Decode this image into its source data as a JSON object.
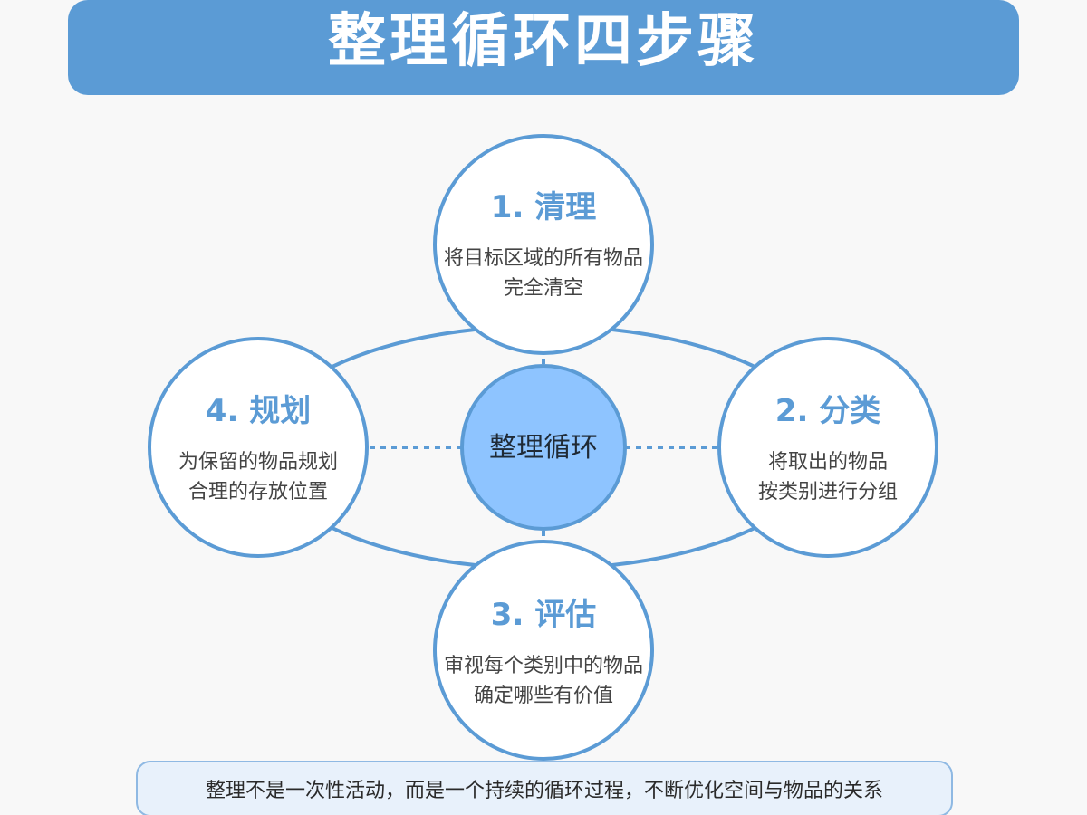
{
  "header": {
    "title": "整理循环四步骤"
  },
  "center": {
    "label": "整理循环"
  },
  "steps": [
    {
      "title": "1. 清理",
      "desc_line1": "将目标区域的所有物品",
      "desc_line2": "完全清空"
    },
    {
      "title": "2. 分类",
      "desc_line1": "将取出的物品",
      "desc_line2": "按类别进行分组"
    },
    {
      "title": "3. 评估",
      "desc_line1": "审视每个类别中的物品",
      "desc_line2": "确定哪些有价值"
    },
    {
      "title": "4. 规划",
      "desc_line1": "为保留的物品规划",
      "desc_line2": "合理的存放位置"
    }
  ],
  "footer": {
    "text": "整理不是一次性活动，而是一个持续的循环过程，不断优化空间与物品的关系"
  },
  "colors": {
    "accent": "#5b9bd5",
    "center_fill": "#8ec4ff",
    "background": "#f8f8f8"
  }
}
